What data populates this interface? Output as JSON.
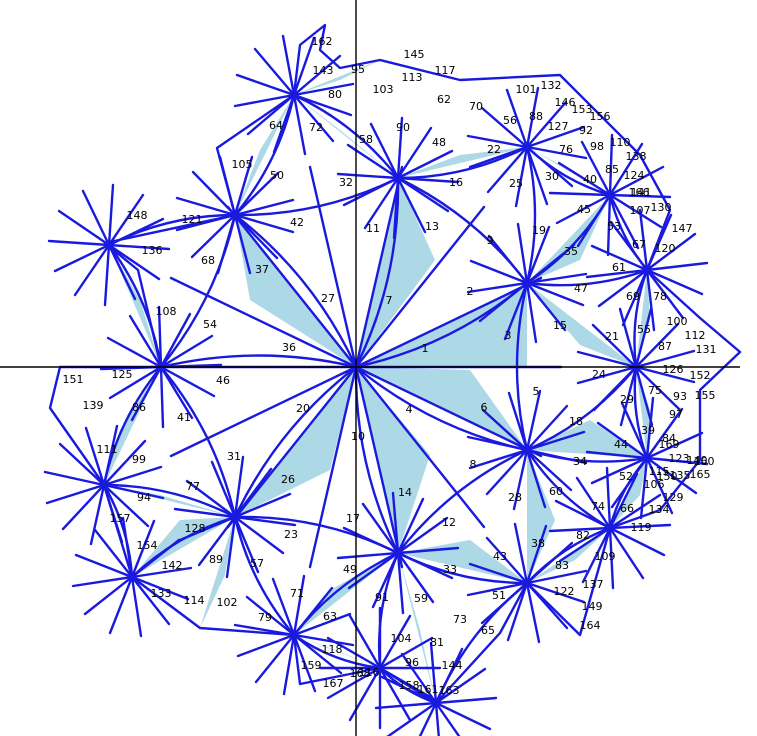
{
  "figure": {
    "kind": "hyperbolic-tiling-fundamental-domains",
    "edge_color": "#1a1adf",
    "shade_color": "#add8e6",
    "axes_color": "#000000",
    "labels": [
      "1",
      "2",
      "3",
      "4",
      "5",
      "6",
      "7",
      "8",
      "9",
      "10",
      "11",
      "12",
      "13",
      "14",
      "15",
      "16",
      "17",
      "18",
      "19",
      "20",
      "21",
      "22",
      "23",
      "24",
      "25",
      "26",
      "27",
      "28",
      "29",
      "30",
      "31",
      "32",
      "33",
      "34",
      "35",
      "36",
      "37",
      "38",
      "39",
      "40",
      "41",
      "42",
      "43",
      "44",
      "45",
      "46",
      "47",
      "48",
      "49",
      "50",
      "51",
      "52",
      "53",
      "54",
      "55",
      "56",
      "57",
      "58",
      "59",
      "60",
      "61",
      "62",
      "63",
      "64",
      "65",
      "66",
      "67",
      "68",
      "69",
      "70",
      "71",
      "72",
      "73",
      "74",
      "75",
      "76",
      "77",
      "78",
      "79",
      "80",
      "81",
      "82",
      "83",
      "84",
      "85",
      "86",
      "87",
      "88",
      "89",
      "90",
      "91",
      "92",
      "93",
      "94",
      "95",
      "96",
      "97",
      "98",
      "99",
      "100",
      "101",
      "102",
      "103",
      "104",
      "105",
      "106",
      "107",
      "108",
      "109",
      "110",
      "111",
      "112",
      "113",
      "114",
      "115",
      "116",
      "117",
      "118",
      "119",
      "120",
      "121",
      "122",
      "123",
      "124",
      "125",
      "126",
      "127",
      "128",
      "129",
      "130",
      "131",
      "132",
      "133",
      "134",
      "135",
      "136",
      "137",
      "138",
      "139",
      "140",
      "141",
      "142",
      "143",
      "144",
      "145",
      "146",
      "147",
      "148",
      "149",
      "150",
      "151",
      "152",
      "153",
      "154",
      "155",
      "156",
      "157",
      "158",
      "159",
      "160",
      "161",
      "162",
      "163",
      "164",
      "165",
      "166",
      "167",
      "168",
      "169"
    ]
  }
}
